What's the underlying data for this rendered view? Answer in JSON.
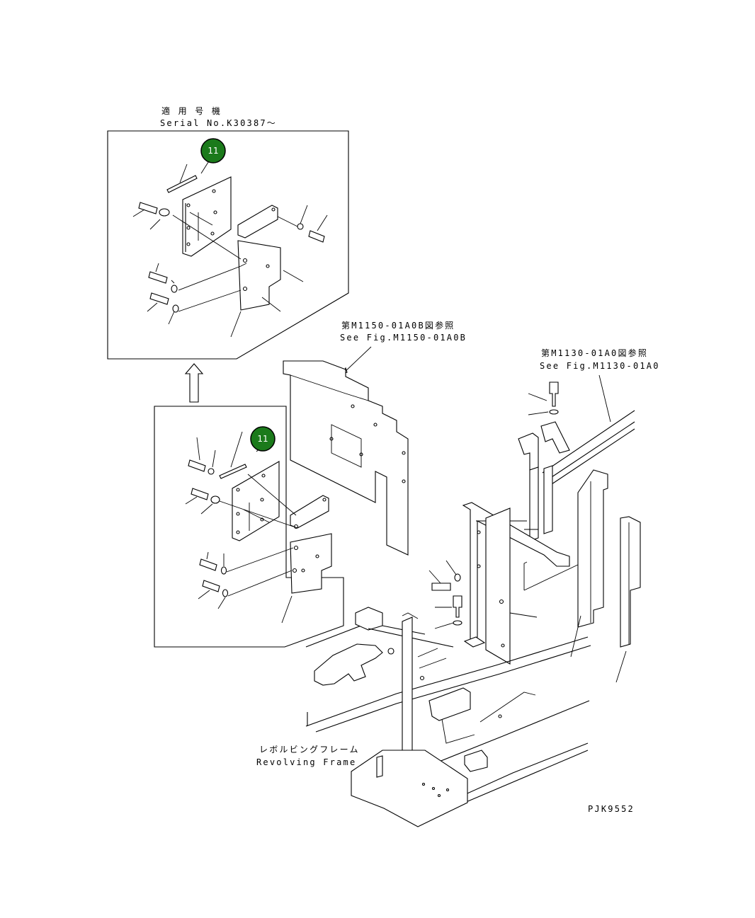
{
  "inset_top": {
    "applicable_label_jp": "適 用 号 機",
    "serial_label": "Serial No.K30387〜",
    "callout": "11"
  },
  "inset_bottom": {
    "callout": "11"
  },
  "refs": {
    "m1150_jp": "第M1150-01A0B図参照",
    "m1150_en": "See Fig.M1150-01A0B",
    "m1130_jp": "第M1130-01A0図参照",
    "m1130_en": "See Fig.M1130-01A0"
  },
  "frame_label": {
    "jp": "レボルビングフレーム",
    "en": "Revolving Frame"
  },
  "figure_code": "PJK9552",
  "colors": {
    "callout_fill": "#1b7a1b",
    "callout_ring": "#000000",
    "line": "#000000"
  }
}
